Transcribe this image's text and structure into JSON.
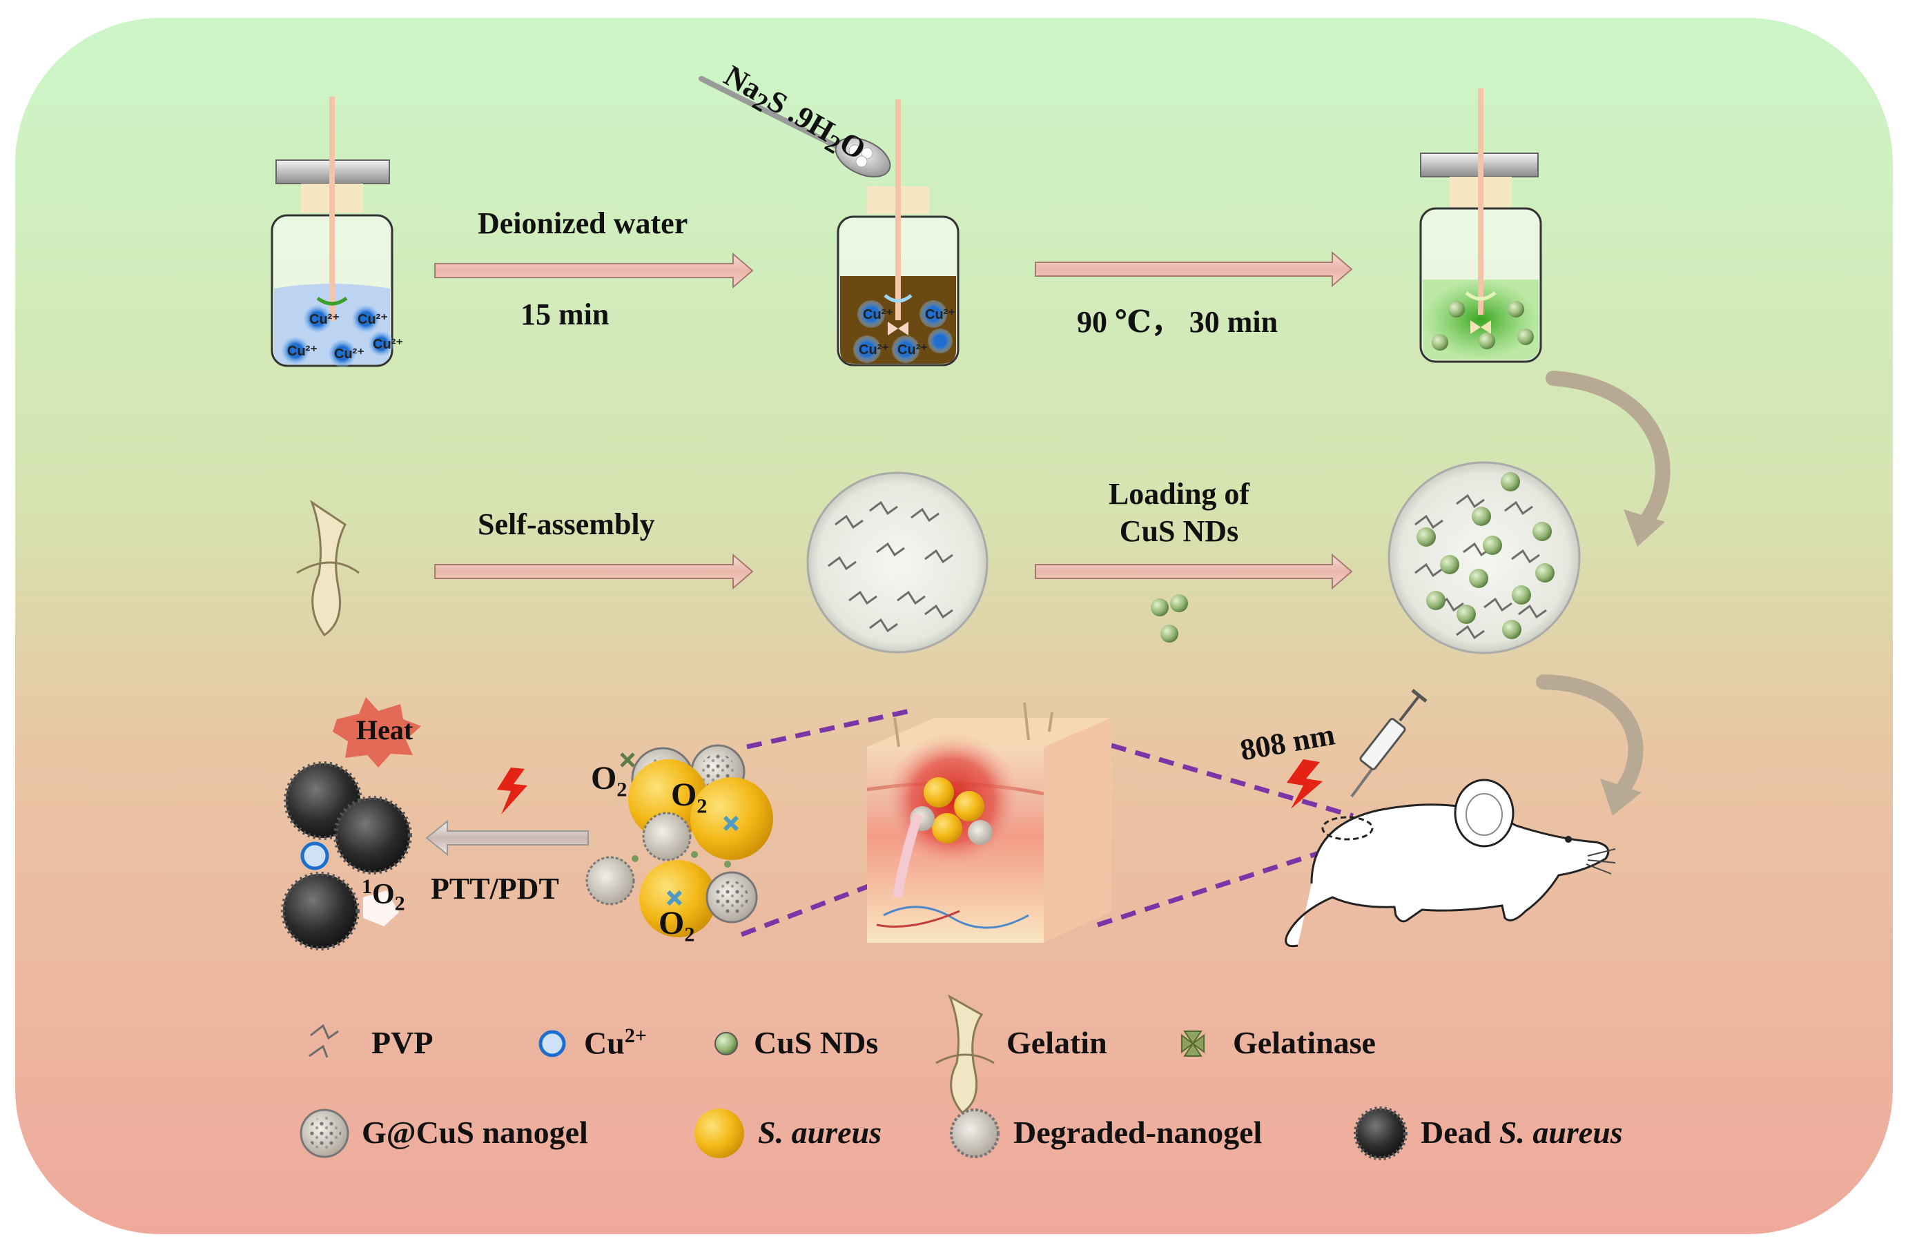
{
  "steps": {
    "row1_arrow1_top": "Deionized water",
    "row1_arrow1_bottom": "15 min",
    "row1_arrow2_bottom": "90 ℃， 30 min",
    "reagent_main": "Na",
    "reagent_sub1": "2",
    "reagent_mid": "S .9H",
    "reagent_sub2": "2",
    "reagent_end": "O",
    "row2_arrow1_top": "Self-assembly",
    "row2_arrow2_top_line1": "Loading of",
    "row2_arrow2_top_line2": "CuS NDs",
    "heat": "Heat",
    "laser": "808 nm",
    "ptt": "PTT/PDT",
    "singlet_sup": "1",
    "singlet_main": "O",
    "singlet_sub": "2",
    "o2_main": "O",
    "o2_sub": "2",
    "ion_label": "Cu²⁺"
  },
  "legend": {
    "pvp": "PVP",
    "cu": "Cu",
    "cu_sup": "2+",
    "cus": "CuS NDs",
    "gelatin": "Gelatin",
    "gelatinase": "Gelatinase",
    "nanogel": "G@CuS nanogel",
    "saureus": "S. aureus",
    "degraded": "Degraded-nanogel",
    "dead_prefix": "Dead ",
    "dead_italic": "S. aureus"
  },
  "colors": {
    "bg_top": "#c9f3c6",
    "bg_bottom": "#efaa9c",
    "arrow_fill": "#f3c9c0",
    "arrow_stroke": "#b07d76",
    "curve_arrow": "#b8a994",
    "dashed": "#7b35a6",
    "gold": "#f0b415",
    "dark_green": "#3b9a2a",
    "brown_liquid": "#6a4a12",
    "blue_liquid": "#bcd4f2"
  }
}
